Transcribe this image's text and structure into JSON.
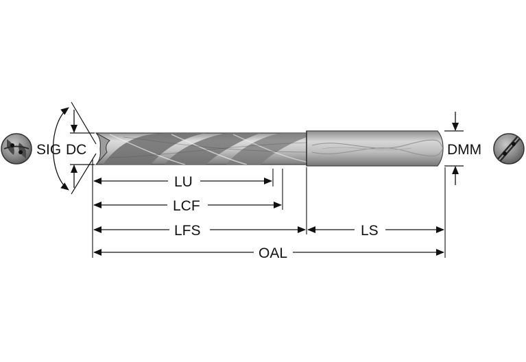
{
  "labels": {
    "sig": "SIG",
    "dc": "DC",
    "dmm": "DMM",
    "lu": "LU",
    "lcf": "LCF",
    "lfs": "LFS",
    "ls": "LS",
    "oal": "OAL"
  },
  "colors": {
    "line": "#111111",
    "body_light": "#d8d8d8",
    "body_mid": "#b4b4b4",
    "body_dark": "#7a7a7a",
    "flute_dark": "#5f5f5f",
    "end_view": "#8c8c8c",
    "end_view_dark": "#3a3a3a"
  },
  "icons": {
    "tip_end_view": "drill-tip-end-view-icon",
    "shank_end_view": "drill-shank-end-view-icon"
  }
}
